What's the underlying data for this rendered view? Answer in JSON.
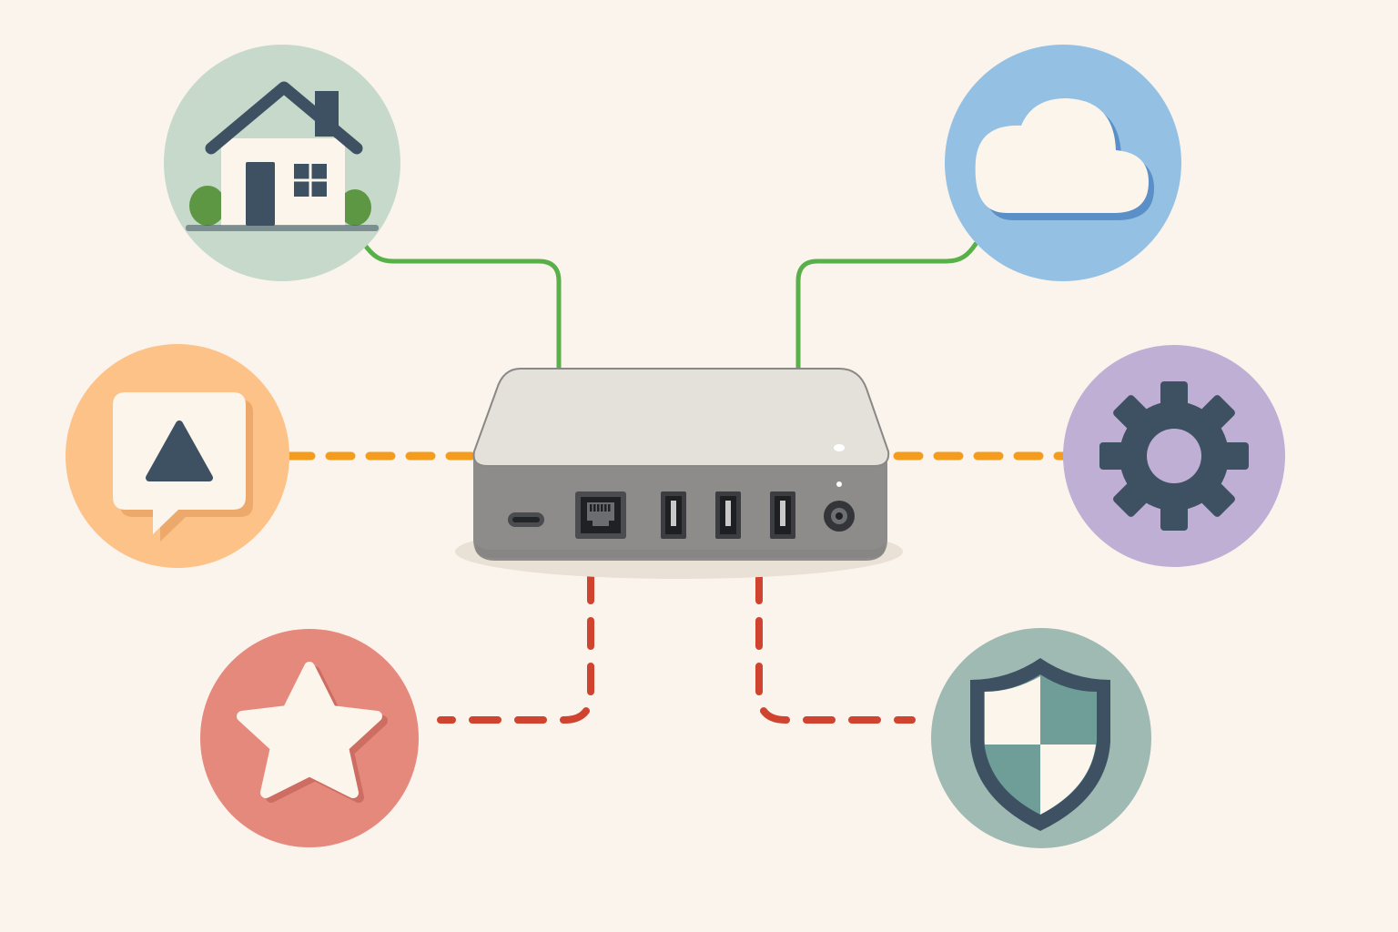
{
  "colors": {
    "background": "#fbf4ed",
    "link_solid": "#58b048",
    "link_orange": "#f39c1d",
    "link_red": "#d0432f",
    "ink": "#3e5163",
    "cream": "#fbf5ec",
    "home_circle": "#c6d9cb",
    "cloud_circle": "#94c1e3",
    "chat_circle": "#fcc287",
    "gear_circle": "#c0afd4",
    "star_circle": "#e6897d",
    "shield_circle": "#9fbab2",
    "hub_top": "#e4e0da",
    "hub_front": "#8e8c8a",
    "grass": "#5d9743"
  },
  "nodes": [
    {
      "id": "home",
      "icon": "house-icon",
      "link_style": "solid"
    },
    {
      "id": "cloud",
      "icon": "cloud-icon",
      "link_style": "solid"
    },
    {
      "id": "chat",
      "icon": "chat-warning-icon",
      "link_style": "dashed"
    },
    {
      "id": "settings",
      "icon": "gear-icon",
      "link_style": "dashed"
    },
    {
      "id": "favorite",
      "icon": "star-icon",
      "link_style": "dashed"
    },
    {
      "id": "security",
      "icon": "shield-icon",
      "link_style": "dashed"
    }
  ],
  "hub": {
    "icon": "router-hub",
    "ports": [
      "usb-c-port",
      "ethernet-port",
      "usb-a-port",
      "usb-a-port",
      "usb-a-port",
      "power-port"
    ],
    "indicator_leds": 2
  }
}
